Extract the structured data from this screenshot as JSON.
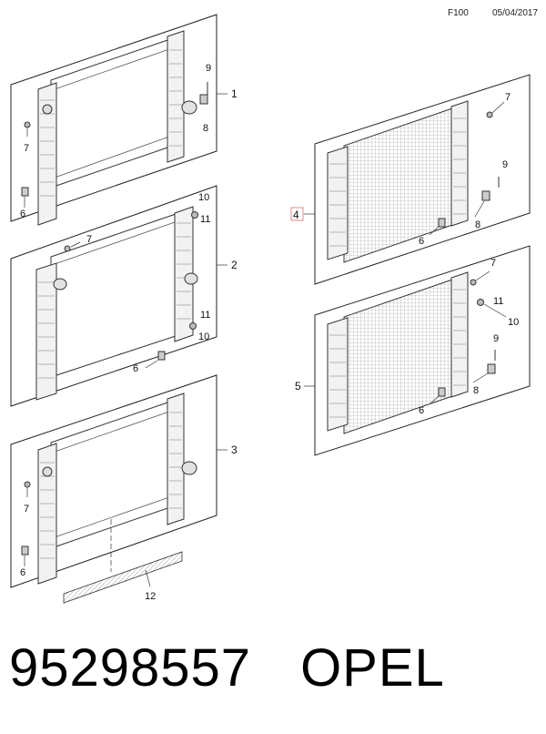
{
  "header": {
    "code": "F100",
    "date": "05/04/2017"
  },
  "groups": [
    {
      "number": "1",
      "parts": {
        "a": "9",
        "b": "8",
        "c": "7",
        "d": "6"
      }
    },
    {
      "number": "2",
      "parts": {
        "a": "10",
        "b": "11",
        "c": "7",
        "d": "11",
        "e": "10",
        "f": "6"
      }
    },
    {
      "number": "3",
      "parts": {
        "a": "7",
        "b": "6",
        "c": "12"
      }
    },
    {
      "number": "4",
      "highlight": "#e88a8a",
      "parts": {
        "a": "7",
        "b": "9",
        "c": "8",
        "d": "6"
      }
    },
    {
      "number": "5",
      "parts": {
        "a": "7",
        "b": "11",
        "c": "10",
        "d": "9",
        "e": "8",
        "f": "6"
      }
    }
  ],
  "footer": {
    "part_number": "95298557",
    "brand": "OPEL"
  }
}
